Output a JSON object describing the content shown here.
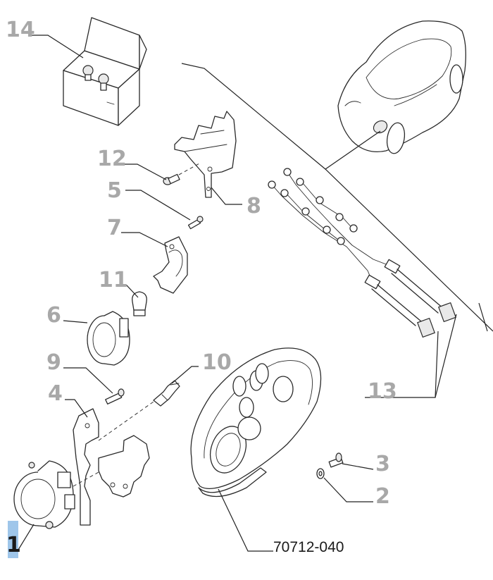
{
  "diagram": {
    "callouts": [
      {
        "id": "14",
        "label": "14"
      },
      {
        "id": "12",
        "label": "12"
      },
      {
        "id": "5",
        "label": "5"
      },
      {
        "id": "7",
        "label": "7"
      },
      {
        "id": "8",
        "label": "8"
      },
      {
        "id": "11",
        "label": "11"
      },
      {
        "id": "6",
        "label": "6"
      },
      {
        "id": "9",
        "label": "9"
      },
      {
        "id": "10",
        "label": "10"
      },
      {
        "id": "4",
        "label": "4"
      },
      {
        "id": "13",
        "label": "13"
      },
      {
        "id": "3",
        "label": "3"
      },
      {
        "id": "2",
        "label": "2"
      },
      {
        "id": "1",
        "label": "1"
      }
    ],
    "reference_code": "70712-040",
    "highlight_color": "#9fc6ea"
  }
}
